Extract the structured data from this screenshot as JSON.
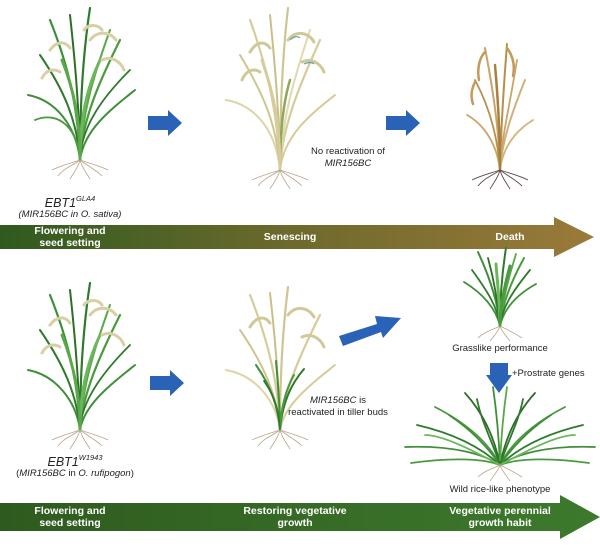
{
  "colors": {
    "arrow_blue": "#2a62b8",
    "green_dark": "#2f5a1f",
    "green_mid": "#3d7a2c",
    "brown": "#9a7a3a",
    "leaf_green": "#3f8f3a",
    "leaf_straw": "#d6cc9a",
    "leaf_dead": "#c9a56a",
    "root": "#b9a58a",
    "root_dead": "#5a4a48"
  },
  "top_row": {
    "genotype": {
      "gene": "EBT1",
      "allele": "GLA4",
      "context": "(MIR156BC in O. sativa)",
      "ctx_gene": "MIR156BC",
      "ctx_mid": " in ",
      "ctx_species": "O. sativa"
    },
    "note": {
      "line1": "No reactivation of",
      "line2": "MIR156BC"
    },
    "timeline": {
      "stage1": {
        "line1": "Flowering and",
        "line2": "seed setting"
      },
      "stage2": "Senescing",
      "stage3": "Death"
    },
    "plants": [
      "flowering-rice-plant",
      "senescing-rice-plant",
      "dead-rice-plant"
    ]
  },
  "bottom_row": {
    "genotype": {
      "gene": "EBT1",
      "allele": "W1943",
      "ctx_gene": "MIR156BC",
      "ctx_mid": " in ",
      "ctx_species": "O. rufipogon"
    },
    "note": {
      "gene": "MIR156BC",
      "line1_rest": " is",
      "line2": "reactivated in tiller buds"
    },
    "grasslike_label": "Grasslike performance",
    "prostrate_label": "+Prostrate genes",
    "wild_label": "Wild rice-like phenotype",
    "timeline": {
      "stage1": {
        "line1": "Flowering and",
        "line2": "seed setting"
      },
      "stage2": {
        "line1": "Restoring vegetative",
        "line2": "growth"
      },
      "stage3": {
        "line1": "Vegetative perennial",
        "line2": "growth habit"
      }
    }
  }
}
